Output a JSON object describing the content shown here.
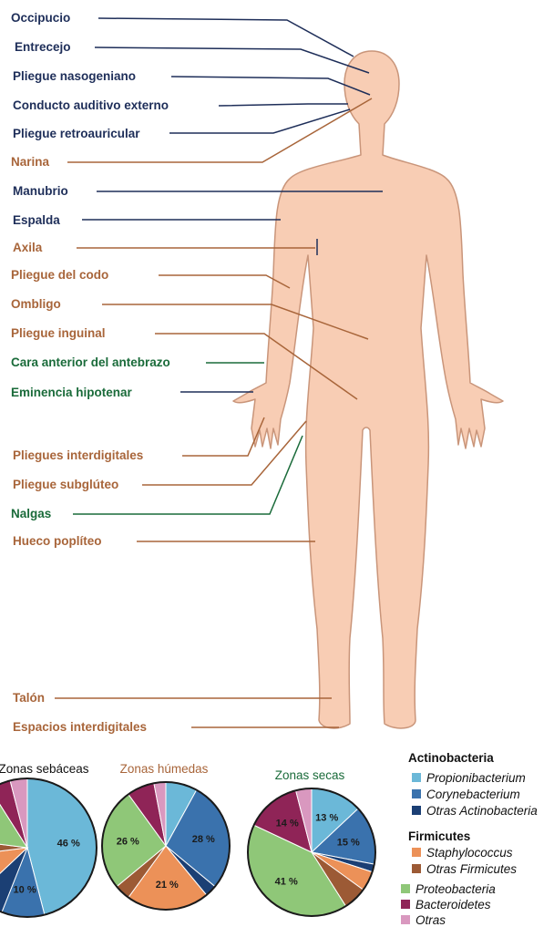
{
  "colors": {
    "dark_blue": "#1e2e59",
    "brown": "#a8653a",
    "green": "#1a6b3a",
    "skin": "#f8cdb4",
    "skin_edge": "#c9957a"
  },
  "labels": [
    {
      "id": "occipucio",
      "text": "Occipucio",
      "color": "dark_blue"
    },
    {
      "id": "entrecejo",
      "text": "Entrecejo",
      "color": "dark_blue"
    },
    {
      "id": "pliegue-nasogeniano",
      "text": "Pliegue nasogeniano",
      "color": "dark_blue"
    },
    {
      "id": "conducto-auditivo",
      "text": "Conducto auditivo externo",
      "color": "dark_blue"
    },
    {
      "id": "pliegue-retroauricular",
      "text": "Pliegue retroauricular",
      "color": "dark_blue"
    },
    {
      "id": "narina",
      "text": "Narina",
      "color": "brown"
    },
    {
      "id": "manubrio",
      "text": "Manubrio",
      "color": "dark_blue"
    },
    {
      "id": "espalda",
      "text": "Espalda",
      "color": "dark_blue"
    },
    {
      "id": "axila",
      "text": "Axila",
      "color": "brown"
    },
    {
      "id": "pliegue-codo",
      "text": "Pliegue del codo",
      "color": "brown"
    },
    {
      "id": "ombligo",
      "text": "Ombligo",
      "color": "brown"
    },
    {
      "id": "pliegue-inguinal",
      "text": "Pliegue inguinal",
      "color": "brown"
    },
    {
      "id": "cara-anterior-antebrazo",
      "text": "Cara anterior del antebrazo",
      "color": "green"
    },
    {
      "id": "eminencia-hipotenar",
      "text": "Eminencia hipotenar",
      "color": "green"
    },
    {
      "id": "pliegues-interdigitales",
      "text": "Pliegues interdigitales",
      "color": "brown"
    },
    {
      "id": "pliegue-subgluteo",
      "text": "Pliegue subglúteo",
      "color": "brown"
    },
    {
      "id": "nalgas",
      "text": "Nalgas",
      "color": "green"
    },
    {
      "id": "hueco-popliteo",
      "text": "Hueco poplíteo",
      "color": "brown"
    },
    {
      "id": "talon",
      "text": "Talón",
      "color": "brown"
    },
    {
      "id": "espacios-interdigitales",
      "text": "Espacios interdigitales",
      "color": "brown"
    }
  ],
  "legend": {
    "groups": [
      {
        "heading": "Actinobacteria",
        "items": [
          {
            "name": "Propionibacterium",
            "color": "#6bb8d8"
          },
          {
            "name": "Corynebacterium",
            "color": "#3a72ad"
          },
          {
            "name": "Otras Actinobacteria",
            "color": "#1b3f74"
          }
        ]
      },
      {
        "heading": "Firmicutes",
        "items": [
          {
            "name": "Staphylococcus",
            "color": "#ec9158"
          },
          {
            "name": "Otras Firmicutes",
            "color": "#9c5a35"
          }
        ]
      },
      {
        "heading": "",
        "items": [
          {
            "name": "Proteobacteria",
            "color": "#8fc778"
          },
          {
            "name": "Bacteroidetes",
            "color": "#8f2457"
          },
          {
            "name": "Otras",
            "color": "#d998bf"
          }
        ]
      }
    ]
  },
  "chart_data": [
    {
      "type": "pie",
      "title": "Zonas sebáceas",
      "title_color": "#111111",
      "slices": [
        {
          "category": "Propionibacterium",
          "value": 46,
          "label": "46 %"
        },
        {
          "category": "Corynebacterium",
          "value": 10,
          "label": "10 %"
        },
        {
          "category": "Otras Actinobacteria",
          "value": 7,
          "label": ""
        },
        {
          "category": "Staphylococcus",
          "value": 10,
          "label": "%"
        },
        {
          "category": "Otras Firmicutes",
          "value": 4,
          "label": ""
        },
        {
          "category": "Proteobacteria",
          "value": 14,
          "label": ""
        },
        {
          "category": "Bacteroidetes",
          "value": 5,
          "label": ""
        },
        {
          "category": "Otras",
          "value": 4,
          "label": ""
        }
      ]
    },
    {
      "type": "pie",
      "title": "Zonas húmedas",
      "title_color": "#a8653a",
      "slices": [
        {
          "category": "Propionibacterium",
          "value": 8,
          "label": ""
        },
        {
          "category": "Corynebacterium",
          "value": 28,
          "label": "28 %"
        },
        {
          "category": "Otras Actinobacteria",
          "value": 3,
          "label": ""
        },
        {
          "category": "Staphylococcus",
          "value": 21,
          "label": "21 %"
        },
        {
          "category": "Otras Firmicutes",
          "value": 4,
          "label": ""
        },
        {
          "category": "Proteobacteria",
          "value": 26,
          "label": "26 %"
        },
        {
          "category": "Bacteroidetes",
          "value": 7,
          "label": ""
        },
        {
          "category": "Otras",
          "value": 3,
          "label": ""
        }
      ]
    },
    {
      "type": "pie",
      "title": "Zonas secas",
      "title_color": "#1a6b3a",
      "slices": [
        {
          "category": "Propionibacterium",
          "value": 13,
          "label": "13 %"
        },
        {
          "category": "Corynebacterium",
          "value": 15,
          "label": "15 %"
        },
        {
          "category": "Otras Actinobacteria",
          "value": 2,
          "label": ""
        },
        {
          "category": "Staphylococcus",
          "value": 5,
          "label": ""
        },
        {
          "category": "Otras Firmicutes",
          "value": 6,
          "label": ""
        },
        {
          "category": "Proteobacteria",
          "value": 41,
          "label": "41 %"
        },
        {
          "category": "Bacteroidetes",
          "value": 14,
          "label": "14 %"
        },
        {
          "category": "Otras",
          "value": 4,
          "label": ""
        }
      ]
    }
  ]
}
